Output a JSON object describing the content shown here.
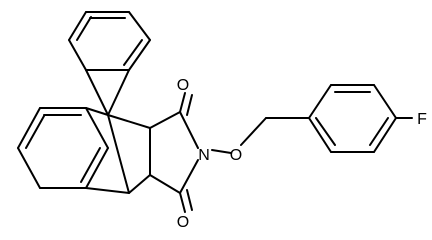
{
  "molecule": {
    "atom_labels": {
      "O1": "O",
      "O2": "O",
      "N": "N",
      "O3": "O",
      "F": "F"
    }
  },
  "colors": {
    "background": "#ffffff",
    "bond": "#000000",
    "text": "#000000"
  }
}
